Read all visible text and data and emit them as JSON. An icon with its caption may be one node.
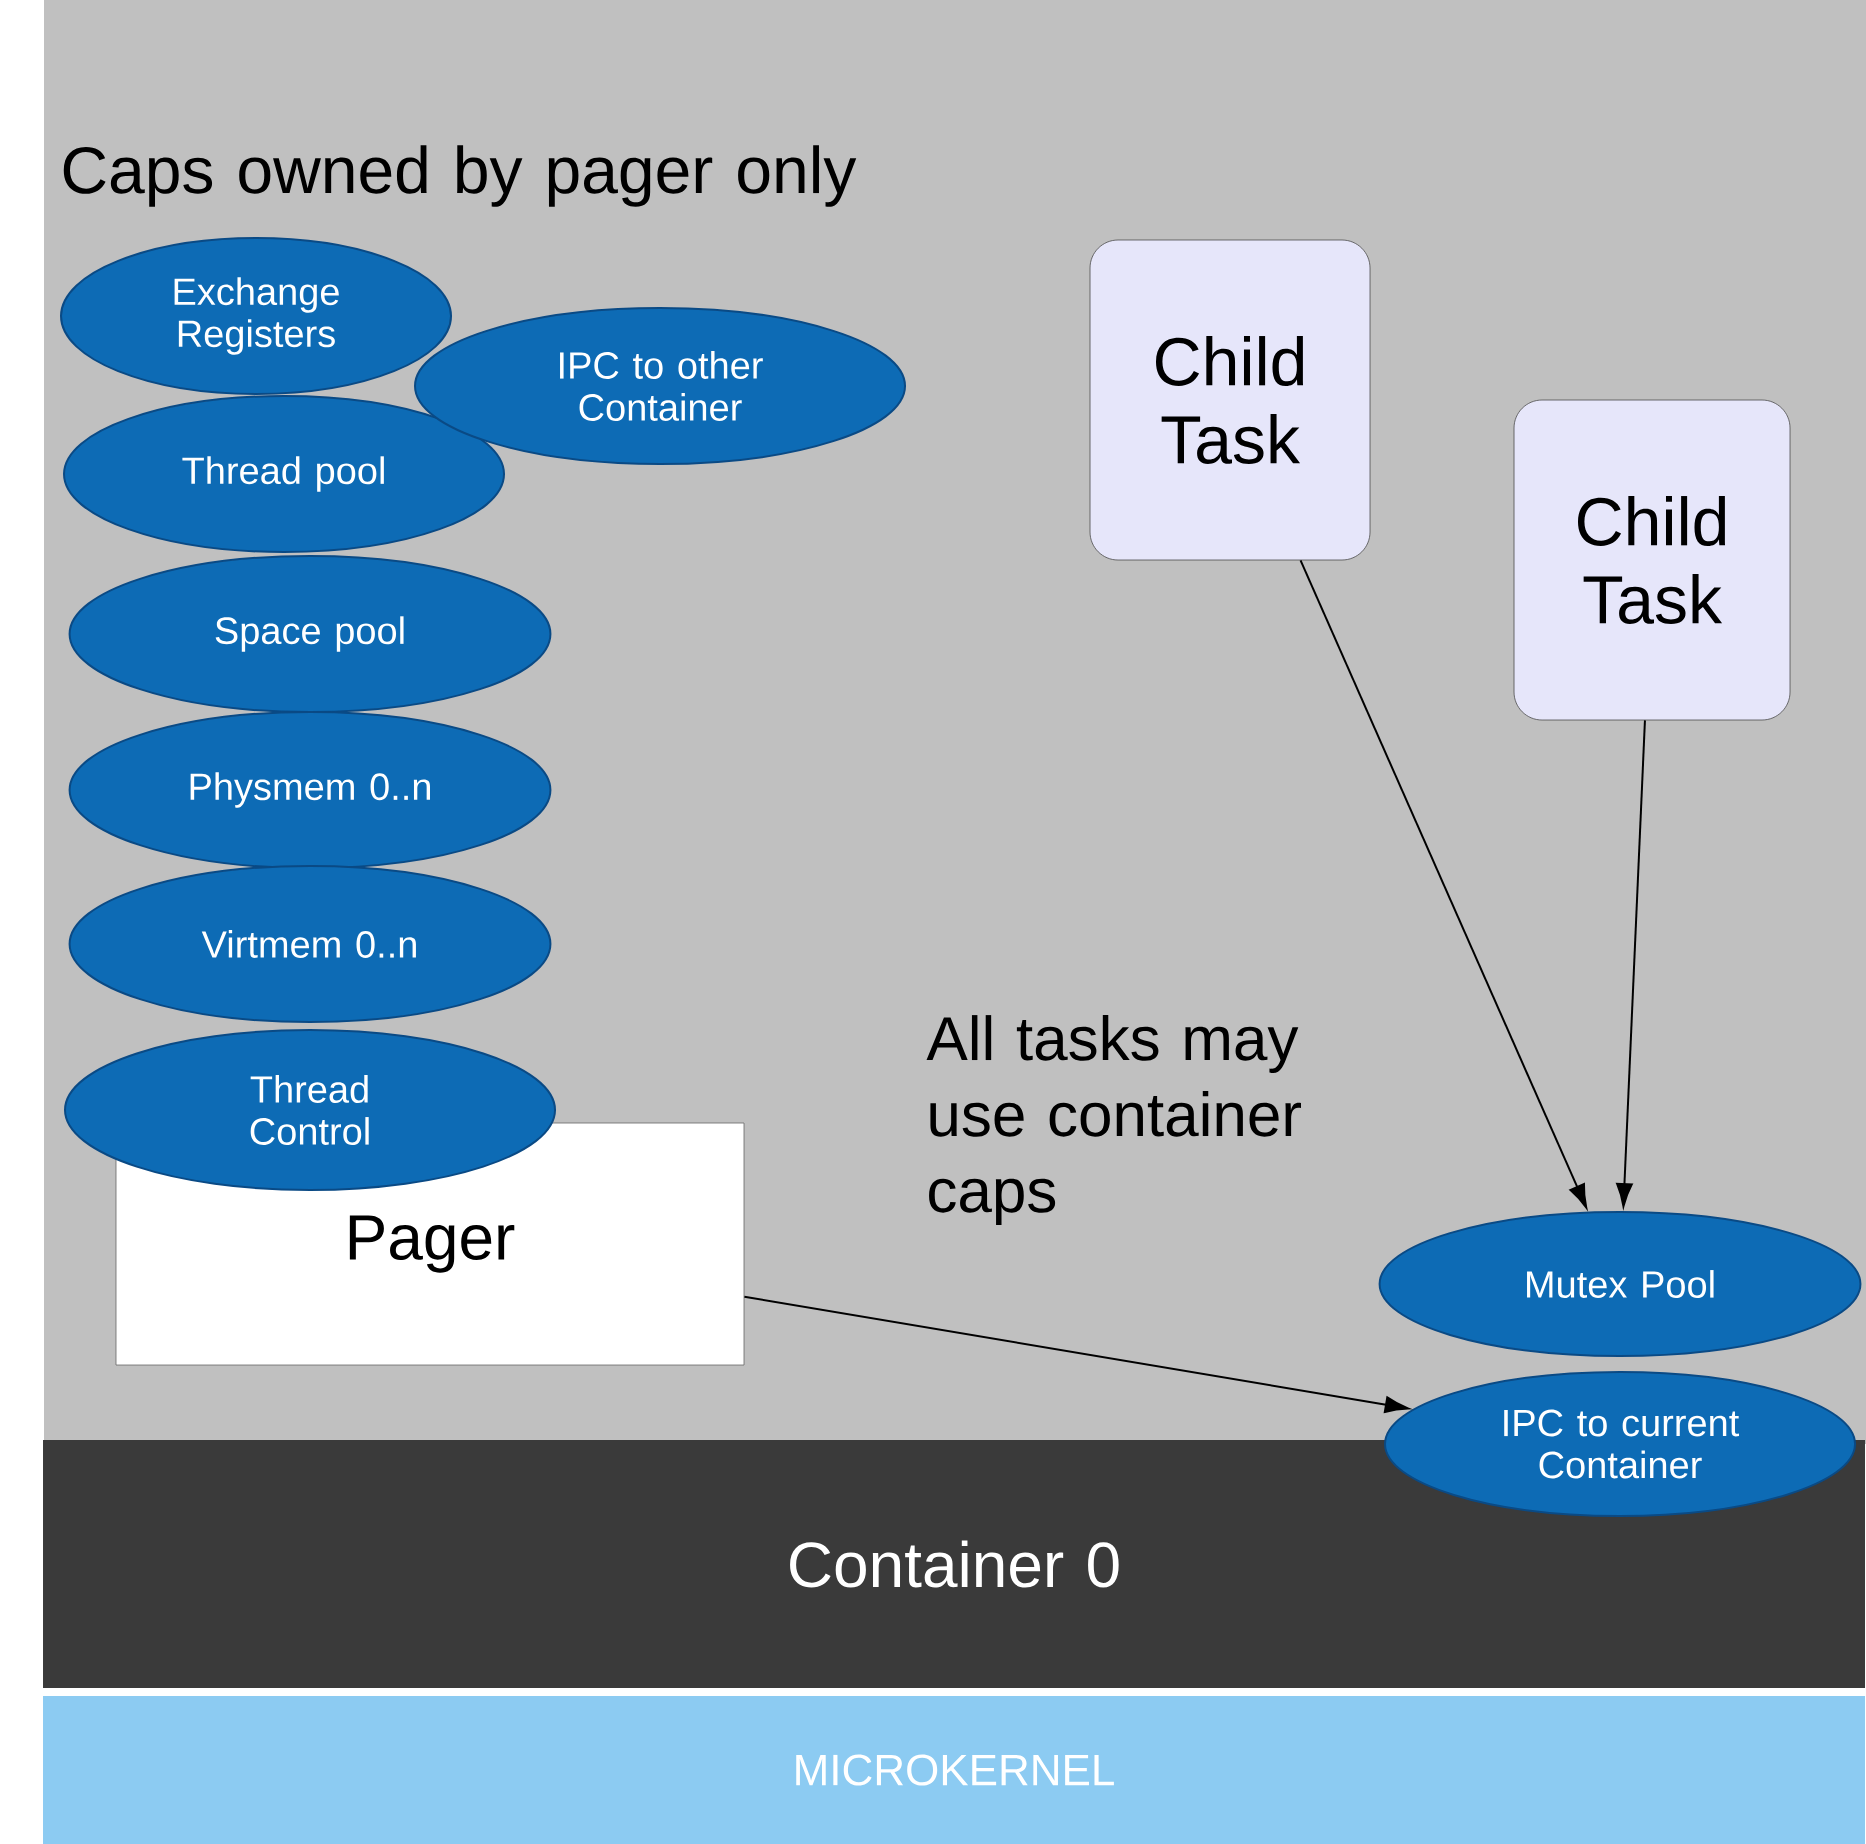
{
  "diagram": {
    "nodes": [
      {
        "text": [
          "Exchange Registers"
        ]
      },
      {
        "text": [
          "IPC to other Container"
        ]
      },
      {
        "text": [
          "Thread pool"
        ]
      },
      {
        "text": [
          "Space pool"
        ]
      },
      {
        "text": [
          "Physmem 0..n"
        ]
      },
      {
        "text": [
          "Virtmem 0..n"
        ]
      },
      {
        "text": [
          "Thread Control"
        ]
      },
      {
        "text": [
          "Pager"
        ]
      },
      {
        "text": [
          "Child Task"
        ]
      },
      {
        "text": [
          "Child Task"
        ]
      },
      {
        "text": [
          "Mutex Pool"
        ]
      },
      {
        "text": [
          "IPC to current Container"
        ]
      },
      {
        "text": [
          "Container 0"
        ]
      },
      {
        "text": [
          "MICROKERNEL"
        ]
      }
    ],
    "edges": [
      {
        "from": 8,
        "to": 10,
        "arrow": "to"
      },
      {
        "from": 9,
        "to": 10,
        "arrow": "to"
      },
      {
        "from": 7,
        "to": 11,
        "arrow": "to"
      }
    ],
    "labels": [
      "Caps owned by pager only",
      "All tasks may use container caps"
    ]
  }
}
